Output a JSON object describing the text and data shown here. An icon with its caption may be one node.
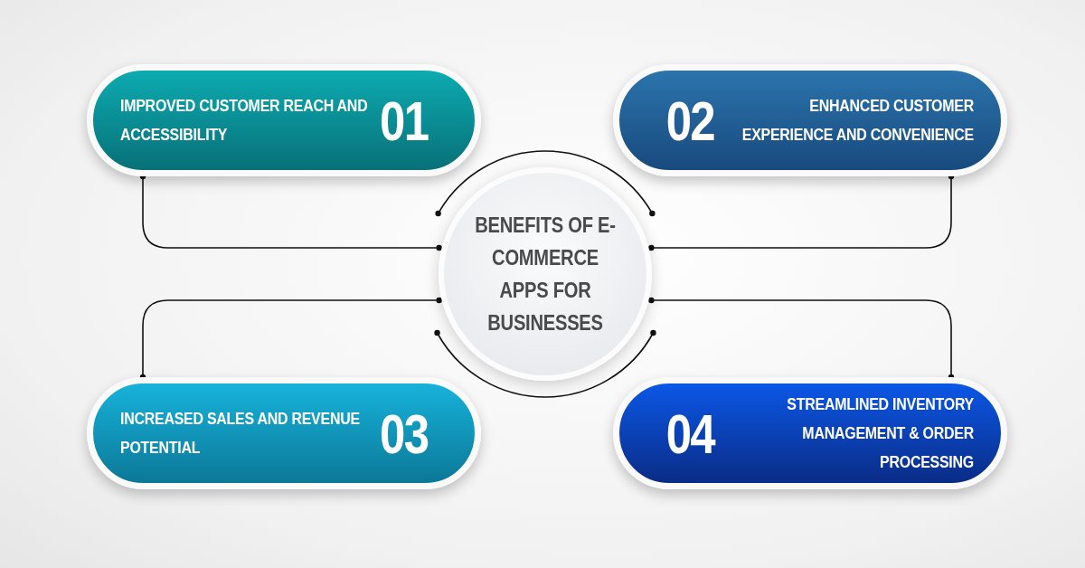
{
  "diagram": {
    "nodes": [
      {
        "text": [
          "BENEFITS OF E-COMMERCE APPS FOR BUSINESSES"
        ]
      },
      {
        "text": [
          "IMPROVED CUSTOMER REACH AND ACCESSIBILITY",
          "01"
        ]
      },
      {
        "text": [
          "02",
          "ENHANCED CUSTOMER EXPERIENCE AND CONVENIENCE"
        ]
      },
      {
        "text": [
          "INCREASED SALES AND REVENUE POTENTIAL",
          "03"
        ]
      },
      {
        "text": [
          "04",
          "STREAMLINED INVENTORY MANAGEMENT & ORDER PROCESSING"
        ]
      }
    ],
    "edges": [
      {
        "from": 0,
        "to": 1,
        "arrow": "other"
      },
      {
        "from": 0,
        "to": 2,
        "arrow": "other"
      },
      {
        "from": 0,
        "to": 3,
        "arrow": "other"
      },
      {
        "from": 0,
        "to": 4,
        "arrow": "other"
      }
    ]
  }
}
